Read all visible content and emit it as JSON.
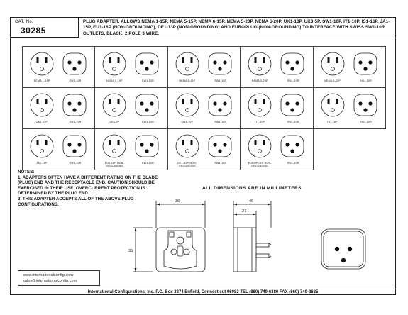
{
  "header": {
    "cat_label": "CAT. No.",
    "cat_number": "30285",
    "description": "PLUG ADAPTER, ALLOWS NEMA 1-15P, NEMA 5-15P, NEMA 6-15P, NEMA 5-20P, NEMA 6-20P, UK1-13P, UK3-5P, SW1-10P, IT1-10P, IS1-16P, JA1-15P, EU1-16P (NON-GROUNDING), DE1-13P (NON-GROUNDING) AND EUROPLUG (NON-GROUNDING) TO INTERFACE WITH SWISS SW1-10R OUTLETS, BLACK, 2 POLE 3 WIRE."
  },
  "plug_grid": [
    {
      "left_label": "NEMA 1-15P",
      "right_label": "SW1-10R"
    },
    {
      "left_label": "NEMA 5-15P",
      "right_label": "SW1-10R"
    },
    {
      "left_label": "NEMA 6-15P",
      "right_label": "SW1-10R"
    },
    {
      "left_label": "NEMA 5-20P",
      "right_label": "SW1-10R"
    },
    {
      "left_label": "NEMA 6-20P",
      "right_label": "SW1-10R"
    },
    {
      "left_label": "UK1-13P",
      "right_label": "SW1-10R"
    },
    {
      "left_label": "UK3-5P",
      "right_label": "SW1-10R"
    },
    {
      "left_label": "SW1-10P",
      "right_label": "SW1-10R"
    },
    {
      "left_label": "IT1-10P",
      "right_label": "SW1-10R"
    },
    {
      "left_label": "IS1-16P",
      "right_label": "SW1-10R"
    },
    {
      "left_label": "JA1-15P",
      "right_label": "SW1-10R"
    },
    {
      "left_label": "EU1-16P NON-GROUNDING",
      "right_label": "SW1-10R"
    },
    {
      "left_label": "DE1-13P NON-GROUNDING",
      "right_label": "SW1-10R"
    },
    {
      "left_label": "EUROPLUG NON-GROUNDING",
      "right_label": "SW1-10R"
    }
  ],
  "notes": {
    "title": "NOTES:",
    "note1": "1. ADAPTERS OFTEN HAVE A DIFFERENT RATING ON THE BLADE (PLUG) END AND THE RECEPTACLE END. CAUTION SHOULD BE EXERCISED IN THEIR USE. OVERCURRENT PROTECTION IS DETERMINED BY THE PLUG END.",
    "note2": "2. THIS ADAPTER ACCEPTS ALL OF THE ABOVE PLUG CONFIGURATIONS."
  },
  "dimensions": {
    "heading": "ALL DIMENSIONS ARE IN MILLIMETERS",
    "front_width": "36",
    "front_height": "35",
    "side_width": "46",
    "side_depth": "27"
  },
  "urls": {
    "line1": "www.internationalconfig.com",
    "line2": "sales@internationalconfig.com"
  },
  "footer": "International Configurations, Inc.  P.O. Box 3374  Enfield, Connecticut 06083  TEL (860) 749-6380  FAX (860) 749-2685"
}
